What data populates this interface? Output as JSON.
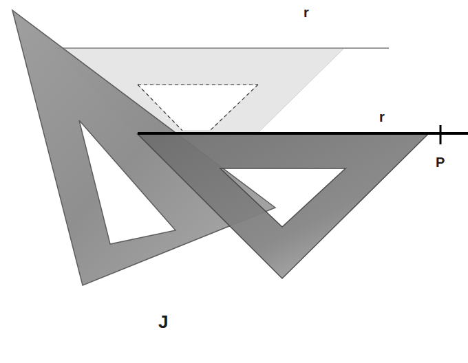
{
  "diagram": {
    "labels": [
      "r",
      "r",
      "P",
      "J"
    ]
  }
}
